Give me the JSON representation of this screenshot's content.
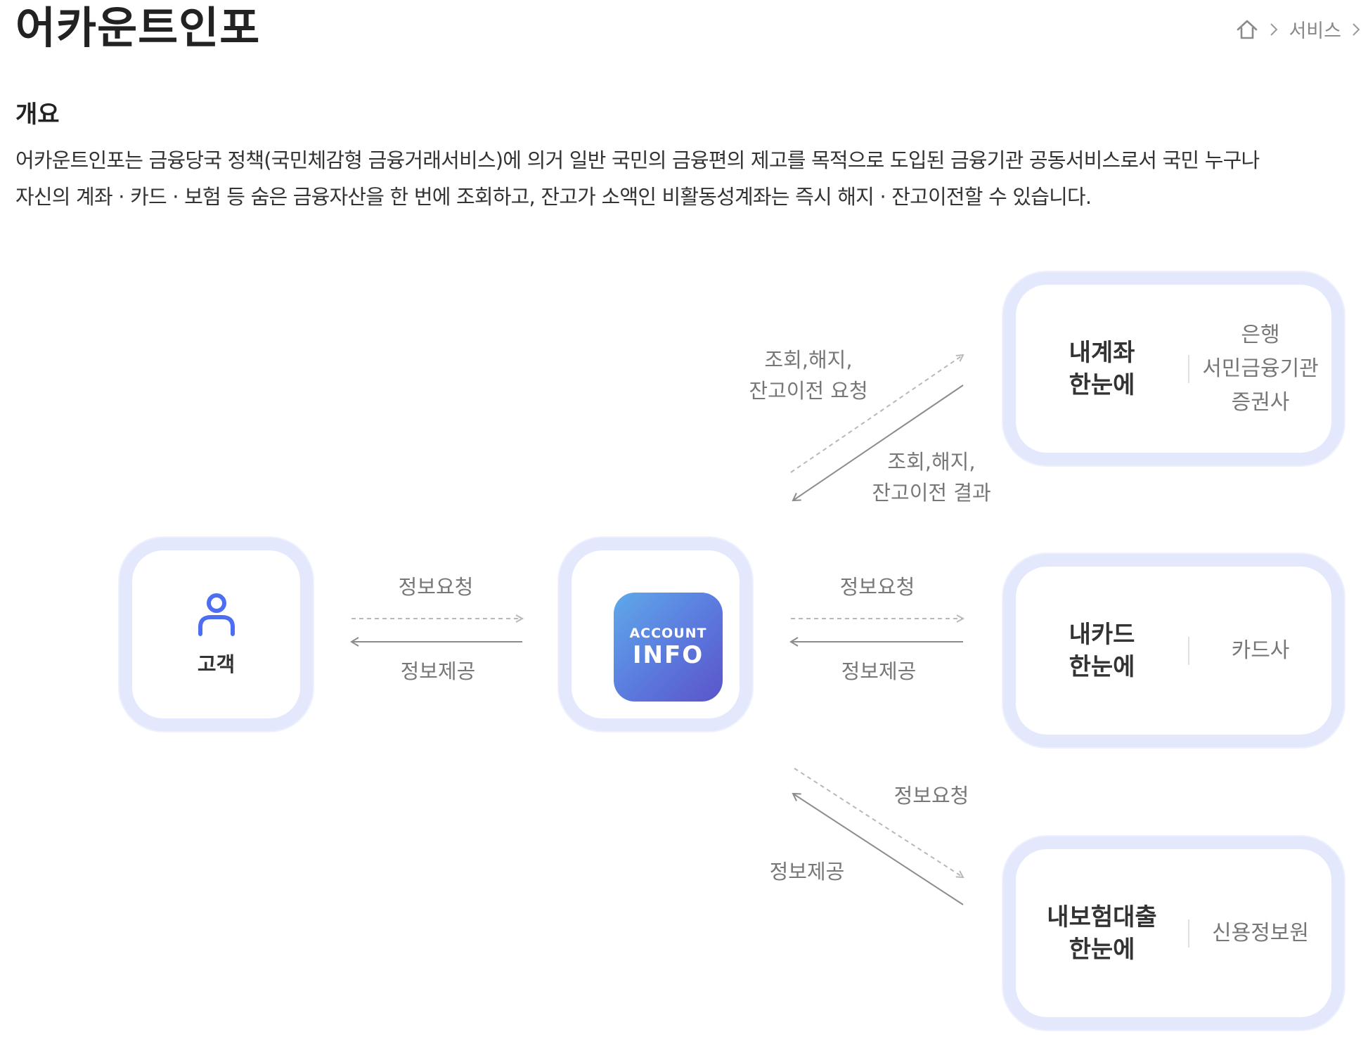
{
  "page": {
    "title": "어카운트인포"
  },
  "breadcrumb": {
    "home_icon": "home-icon",
    "items": [
      "서비스"
    ]
  },
  "overview": {
    "heading": "개요",
    "line1": "어카운트인포는 금융당국 정책(국민체감형 금융거래서비스)에 의거 일반 국민의 금융편의 제고를 목적으로 도입된 금융기관 공동서비스로서 국민 누구나",
    "line2": "자신의 계좌 · 카드 · 보험 등 숨은 금융자산을 한 번에 조회하고, 잔고가 소액인 비활동성계좌는 즉시 해지 · 잔고이전할 수 있습니다."
  },
  "diagram": {
    "customer": {
      "icon": "person-icon",
      "label": "고객"
    },
    "center_logo": {
      "small": "ACCOUNT",
      "big": "INFO"
    },
    "services": {
      "account": {
        "name_line1": "내계좌",
        "name_line2": "한눈에",
        "providers": [
          "은행",
          "서민금융기관",
          "증권사"
        ]
      },
      "card": {
        "name_line1": "내카드",
        "name_line2": "한눈에",
        "providers": [
          "카드사"
        ]
      },
      "insurance": {
        "name_line1": "내보험대출",
        "name_line2": "한눈에",
        "providers": [
          "신용정보원"
        ]
      }
    },
    "flows": {
      "customer_request": "정보요청",
      "customer_provide": "정보제공",
      "card_request": "정보요청",
      "card_provide": "정보제공",
      "account_request_line1": "조회,해지,",
      "account_request_line2": "잔고이전 요청",
      "account_result_line1": "조회,해지,",
      "account_result_line2": "잔고이전 결과",
      "insurance_request": "정보요청",
      "insurance_provide": "정보제공"
    },
    "colors": {
      "node_border": "#e3e8fc",
      "person_icon": "#4e6ef2",
      "logo_gradient_start": "#5fa9ea",
      "logo_gradient_end": "#5b54c9"
    }
  }
}
